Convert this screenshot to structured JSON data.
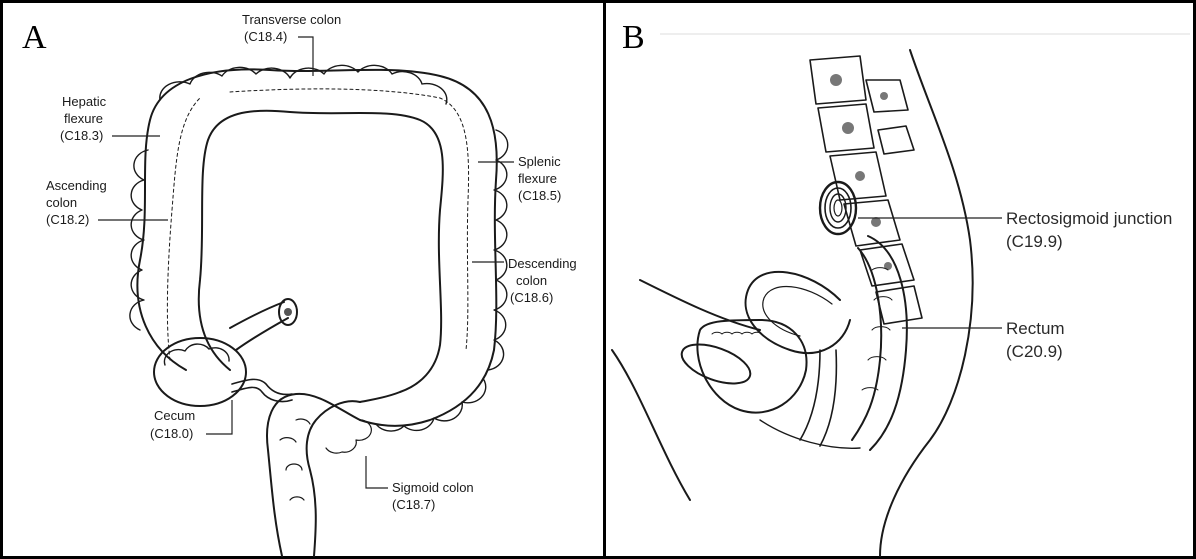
{
  "panel_a": {
    "letter": "A",
    "labels": {
      "transverse": {
        "name": "Transverse colon",
        "code": "(C18.4)"
      },
      "hepatic": {
        "l1": "Hepatic",
        "l2": "flexure",
        "code": "(C18.3)"
      },
      "ascending": {
        "l1": "Ascending",
        "l2": "colon",
        "code": "(C18.2)"
      },
      "splenic": {
        "l1": "Splenic",
        "l2": "flexure",
        "code": "(C18.5)"
      },
      "descending": {
        "l1": "Descending",
        "l2": "colon",
        "code": "(C18.6)"
      },
      "cecum": {
        "name": "Cecum",
        "code": "(C18.0)"
      },
      "sigmoid": {
        "name": "Sigmoid colon",
        "code": "(C18.7)"
      }
    }
  },
  "panel_b": {
    "letter": "B",
    "labels": {
      "rectosigmoid": {
        "name": "Rectosigmoid junction",
        "code": "(C19.9)"
      },
      "rectum": {
        "name": "Rectum",
        "code": "(C20.9)"
      }
    }
  }
}
